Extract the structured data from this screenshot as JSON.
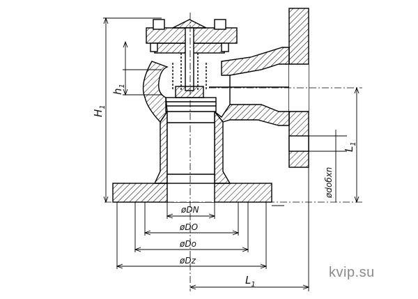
{
  "labels": {
    "H1": "H",
    "H1_sub": "1",
    "h1": "h",
    "h1_sub": "1",
    "L1_right": "L",
    "L1_right_sub": "1",
    "d_ob_xn": "ødoбxn",
    "DN": "øDN",
    "DO_inner": "øDO",
    "DO_outer": "øDo",
    "Dz": "øDz",
    "L1_bottom": "L",
    "L1_bottom_sub": "1"
  },
  "watermark": "kvip.su",
  "colors": {
    "line": "#000000",
    "hatch": "#000000",
    "watermark": "#8a8a8a"
  }
}
